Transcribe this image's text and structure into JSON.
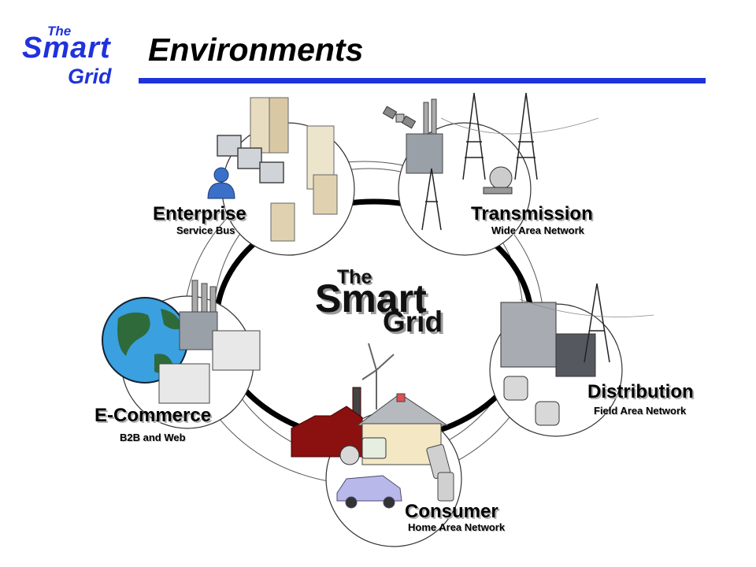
{
  "logo": {
    "the": "The",
    "smart": "Smart",
    "grid": "Grid"
  },
  "title": "Environments",
  "center": {
    "the": "The",
    "smart": "Smart",
    "grid": "Grid"
  },
  "domains": [
    {
      "name": "Enterprise",
      "sub": "Service Bus"
    },
    {
      "name": "Transmission",
      "sub": "Wide Area Network"
    },
    {
      "name": "Distribution",
      "sub": "Field Area Network"
    },
    {
      "name": "Consumer",
      "sub": "Home Area Network"
    },
    {
      "name": "E-Commerce",
      "sub": "B2B and Web"
    }
  ],
  "colors": {
    "brand_blue": "#1f32dc",
    "ring": "#000000",
    "factory_red": "#8b1010",
    "globe_ocean": "#3aa0e0",
    "globe_land": "#2e6a3a"
  },
  "icons": [
    "server-icon",
    "workstation-icon",
    "user-icon",
    "satellite-icon",
    "transmission-tower-icon",
    "power-plant-icon",
    "substation-icon",
    "radio-tower-icon",
    "smart-meter-icon",
    "house-icon",
    "wind-turbine-icon",
    "factory-icon",
    "car-icon",
    "handheld-device-icon",
    "globe-icon",
    "office-building-icon"
  ]
}
